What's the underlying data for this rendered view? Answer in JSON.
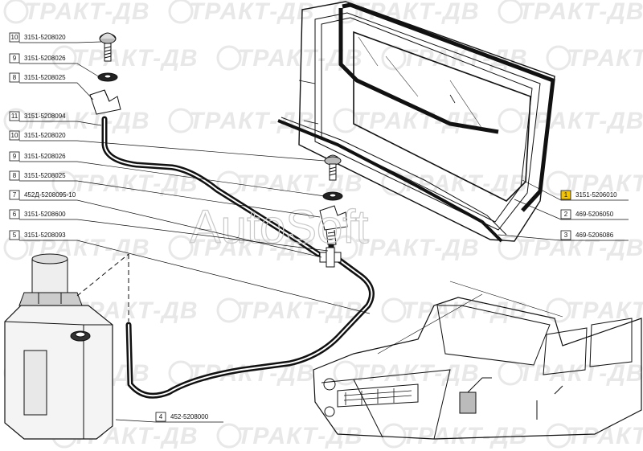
{
  "watermark": {
    "text": "ТРАКТ-ДВ",
    "overlay": "AutoSoft"
  },
  "callouts": [
    {
      "num": "10",
      "part": "3151-5208020",
      "highlighted": false
    },
    {
      "num": "9",
      "part": "3151-5208026",
      "highlighted": false
    },
    {
      "num": "8",
      "part": "3151-5208025",
      "highlighted": false
    },
    {
      "num": "11",
      "part": "3151-5208094",
      "highlighted": false
    },
    {
      "num": "10",
      "part": "3151-5208020",
      "highlighted": false
    },
    {
      "num": "9",
      "part": "3151-5208026",
      "highlighted": false
    },
    {
      "num": "8",
      "part": "3151-5208025",
      "highlighted": false
    },
    {
      "num": "7",
      "part": "452Д-5208095-10",
      "highlighted": false
    },
    {
      "num": "6",
      "part": "3151-5208600",
      "highlighted": false
    },
    {
      "num": "5",
      "part": "3151-5208093",
      "highlighted": false
    },
    {
      "num": "1",
      "part": "3151-5206010",
      "highlighted": true
    },
    {
      "num": "2",
      "part": "469-5206050",
      "highlighted": false
    },
    {
      "num": "3",
      "part": "469-5206086",
      "highlighted": false
    },
    {
      "num": "4",
      "part": "452-5208000",
      "highlighted": false
    }
  ],
  "colors": {
    "highlight": "#f5c400",
    "ink": "#111111",
    "watermark": "#e6e6e6"
  }
}
